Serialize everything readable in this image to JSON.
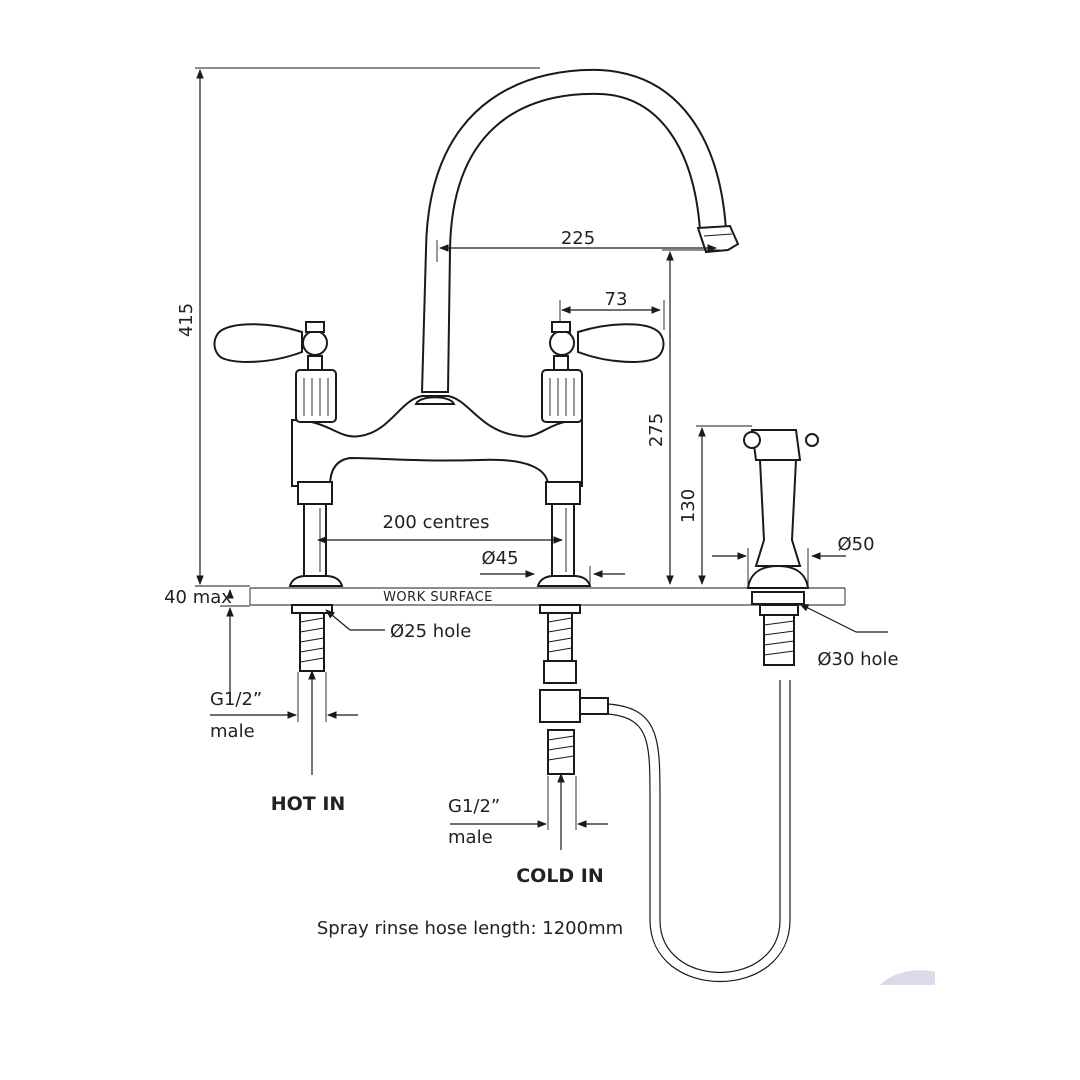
{
  "labels": {
    "height_total": "415",
    "reach": "225",
    "handle_reach": "73",
    "spout_height": "275",
    "spray_height": "130",
    "centres": "200 centres",
    "base_dia": "Ø45",
    "spray_dia": "Ø50",
    "max_thickness": "40 max",
    "work_surface": "WORK SURFACE",
    "hole_tap": "Ø25 hole",
    "hole_spray": "Ø30 hole",
    "hot_thread": "G1/2”",
    "hot_thread_type": "male",
    "hot_in": "HOT IN",
    "cold_thread": "G1/2”",
    "cold_thread_type": "male",
    "cold_in": "COLD IN",
    "hose_note": "Spray rinse hose length: 1200mm"
  },
  "colors": {
    "line": "#1a1a1a",
    "text": "#222222",
    "background": "#ffffff"
  }
}
